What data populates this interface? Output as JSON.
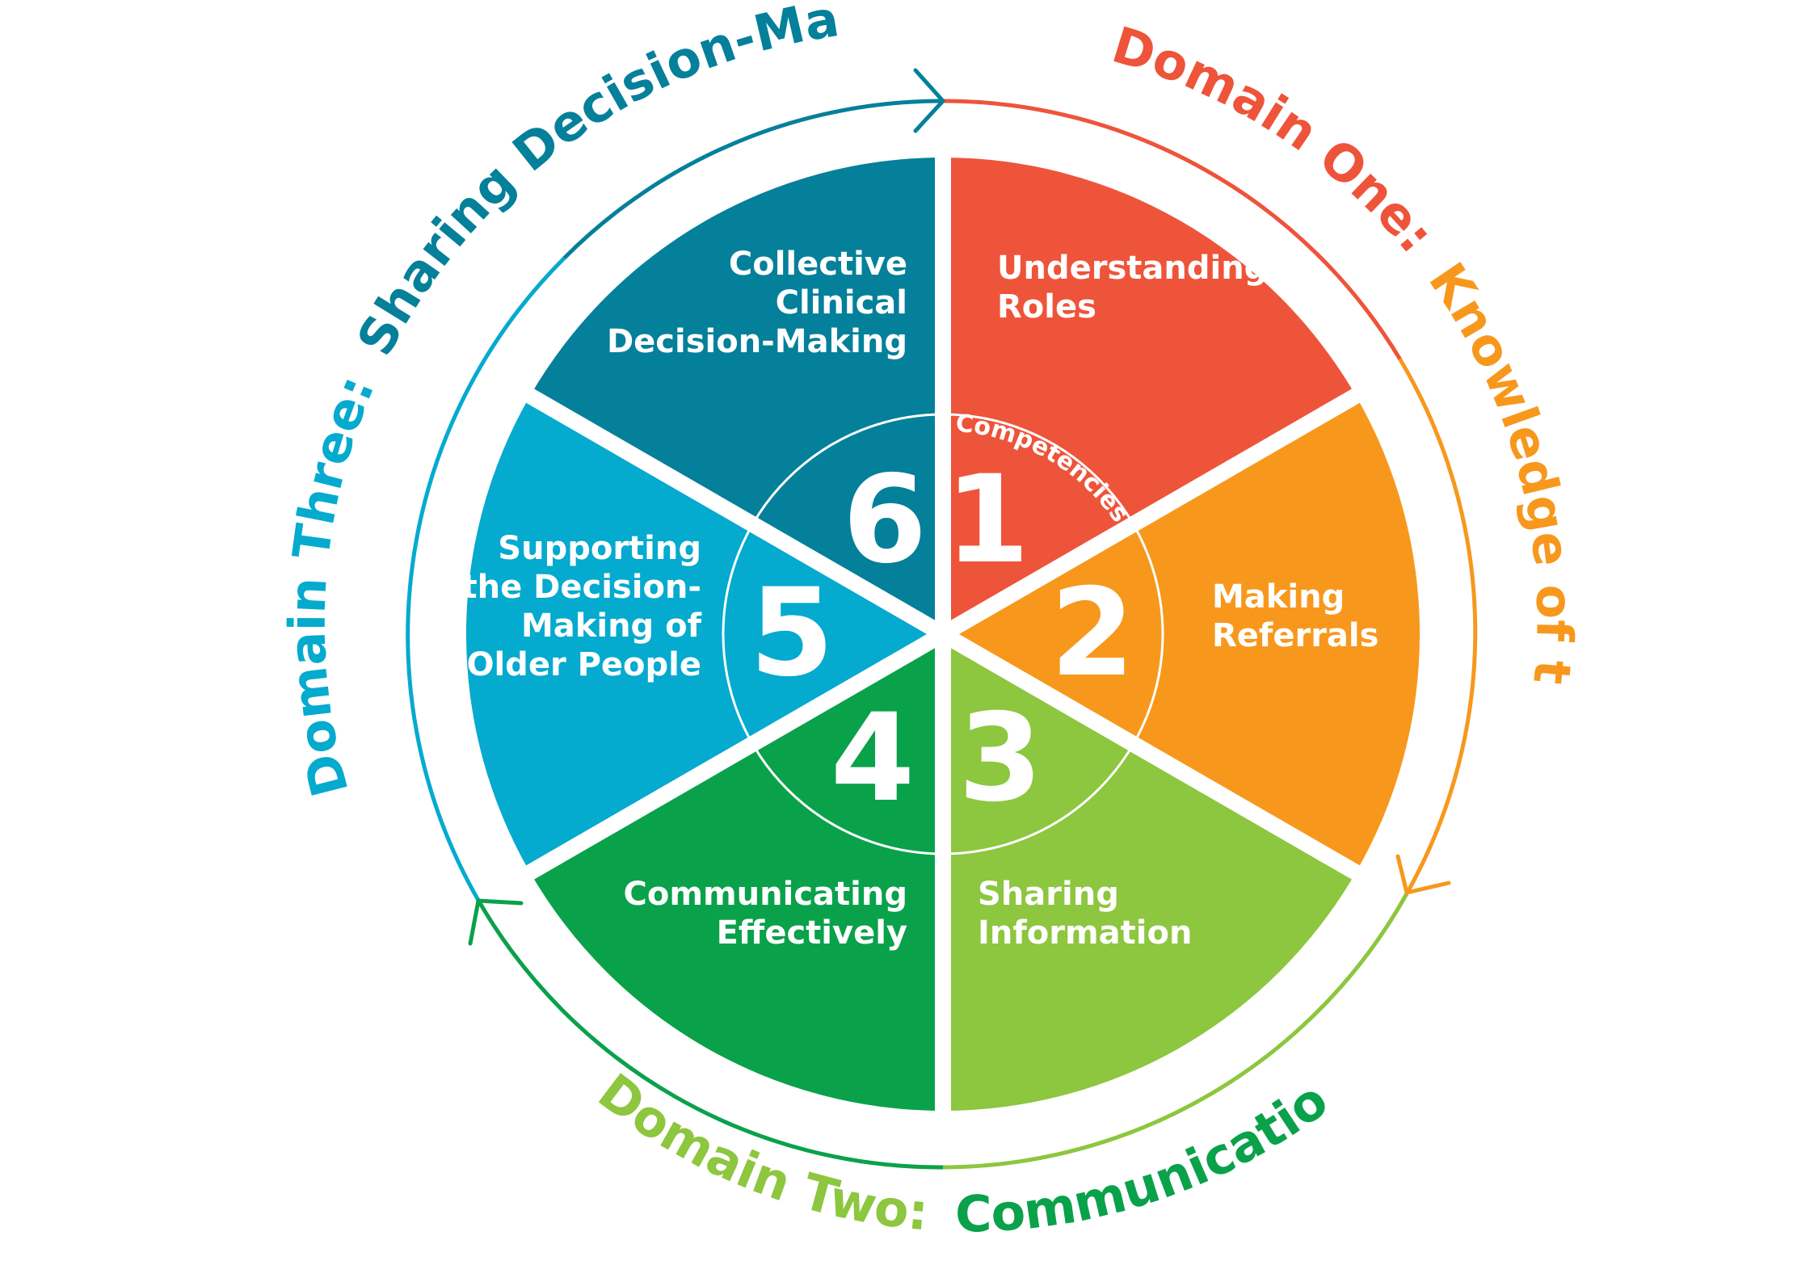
{
  "diagram": {
    "center_label": "Competencies",
    "segments": [
      {
        "number": "1",
        "lines": [
          "Understanding",
          "Roles"
        ],
        "color": "#EE543A"
      },
      {
        "number": "2",
        "lines": [
          "Making",
          "Referrals"
        ],
        "color": "#F7981D"
      },
      {
        "number": "3",
        "lines": [
          "Sharing",
          "Information"
        ],
        "color": "#8DC63F"
      },
      {
        "number": "4",
        "lines": [
          "Communicating",
          "Effectively"
        ],
        "color": "#0AA14B"
      },
      {
        "number": "5",
        "lines": [
          "Supporting",
          "the Decision-",
          "Making of",
          "Older People"
        ],
        "color": "#05AACF"
      },
      {
        "number": "6",
        "lines": [
          "Collective",
          "Clinical",
          "Decision-Making"
        ],
        "color": "#04809A"
      }
    ],
    "domains": {
      "one": {
        "prefix": "Domain One:",
        "name": "Knowledge of the Team",
        "prefix_color": "#EE543A",
        "name_color": "#F7981D"
      },
      "two": {
        "prefix": "Domain Two:",
        "name": "Communication",
        "prefix_color": "#8DC63F",
        "name_color": "#0AA14B"
      },
      "three": {
        "prefix": "Domain Three:",
        "name": "Sharing Decision-Making",
        "prefix_color": "#05AACF",
        "name_color": "#04809A"
      }
    }
  }
}
